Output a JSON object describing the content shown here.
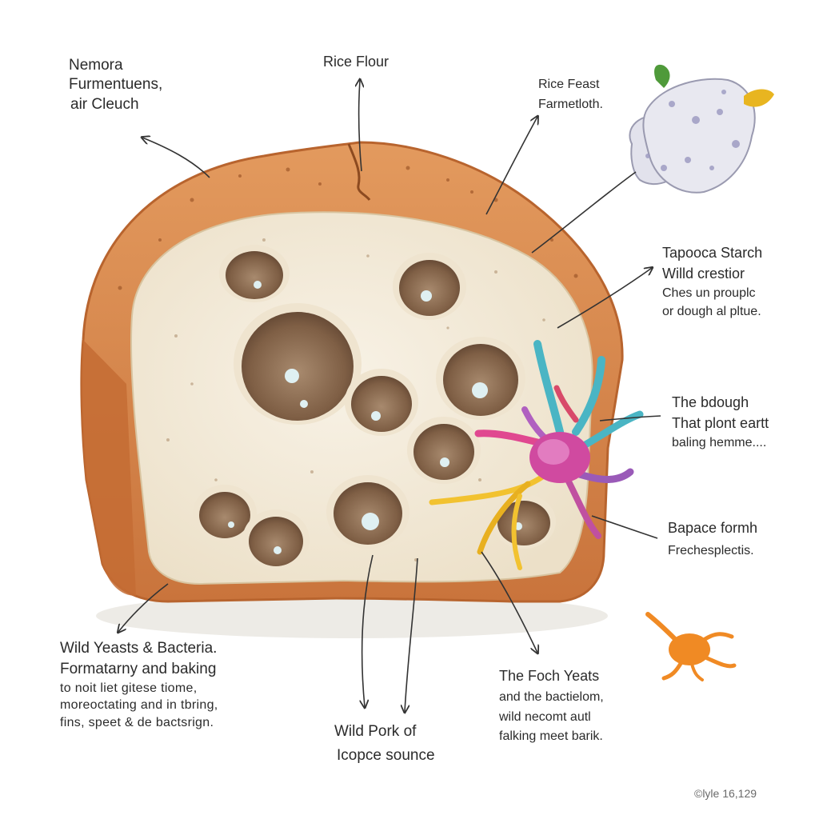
{
  "labels": {
    "nemora": [
      "Nemora",
      "Furmentuens,",
      "air Cleuch"
    ],
    "rice_flour": [
      "Rice Flour"
    ],
    "rice_feast": [
      "Rice Feast",
      "Farmetloth."
    ],
    "tapioca": [
      "Tapooca Starch",
      "Willd crestior",
      "Ches un prouplc",
      "or dough al pltue."
    ],
    "dough": [
      "The  bdough",
      "That plont eartt",
      "baling hemme...."
    ],
    "bapace": [
      "Bapace formh",
      "Frechesplectis."
    ],
    "wild_yeasts": [
      "Wild Yeasts & Bacteria.",
      "Formatarny and baking",
      "to  noit  liet  gitese  tiome,",
      "moreoctating and in tbring,",
      "fins,  speet  &  de bactsrign."
    ],
    "wild_pork": [
      "Wild Pork of",
      "Icopce sounce"
    ],
    "foch": [
      "The Foch Yeats",
      "and the bactielom,",
      "wild necomt autl",
      "falking meet barik."
    ]
  },
  "copyright": "©lyle 16,129",
  "colors": {
    "crust": "#d98a4e",
    "crust_dark": "#b8642e",
    "crumb": "#f4ecdc",
    "hole": "#8b6b52",
    "microbe_pink": "#d04aa0",
    "microbe_cyan": "#4ab5c4",
    "microbe_yellow": "#f2c230",
    "microbe_orange": "#f08a24"
  },
  "icons": [
    "leaf-icon",
    "starch-granule-icon",
    "microbe-icon",
    "small-microbe-icon"
  ]
}
